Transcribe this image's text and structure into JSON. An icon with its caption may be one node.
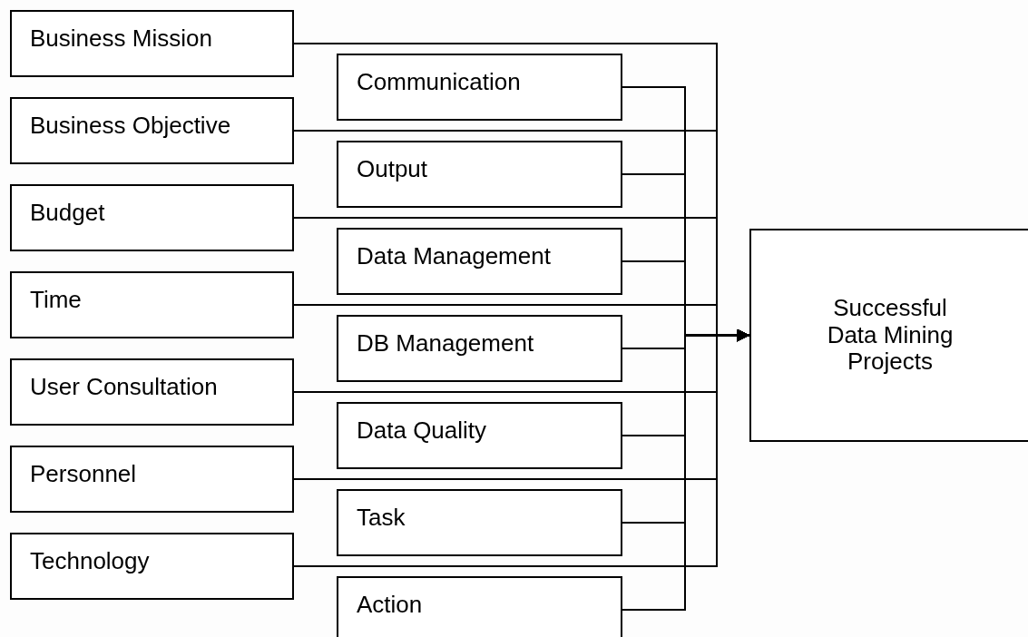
{
  "diagram": {
    "nodes": [
      {
        "text": [
          "Business Mission"
        ]
      },
      {
        "text": [
          "Communication"
        ]
      },
      {
        "text": [
          "Business Objective"
        ]
      },
      {
        "text": [
          "Output"
        ]
      },
      {
        "text": [
          "Budget"
        ]
      },
      {
        "text": [
          "Data Management"
        ]
      },
      {
        "text": [
          "Time"
        ]
      },
      {
        "text": [
          "DB Management"
        ]
      },
      {
        "text": [
          "User Consultation"
        ]
      },
      {
        "text": [
          "Data Quality"
        ]
      },
      {
        "text": [
          "Personnel"
        ]
      },
      {
        "text": [
          "Task"
        ]
      },
      {
        "text": [
          "Technology"
        ]
      },
      {
        "text": [
          "Action"
        ]
      },
      {
        "text": [
          "Successful Data Mining Projects"
        ]
      }
    ],
    "edges": [
      {
        "from": 0,
        "to": 14,
        "arrow": "to"
      },
      {
        "from": 1,
        "to": 14,
        "arrow": "to"
      },
      {
        "from": 2,
        "to": 14,
        "arrow": "to"
      },
      {
        "from": 3,
        "to": 14,
        "arrow": "to"
      },
      {
        "from": 4,
        "to": 14,
        "arrow": "to"
      },
      {
        "from": 5,
        "to": 14,
        "arrow": "to"
      },
      {
        "from": 6,
        "to": 14,
        "arrow": "to"
      },
      {
        "from": 7,
        "to": 14,
        "arrow": "to"
      },
      {
        "from": 8,
        "to": 14,
        "arrow": "to"
      },
      {
        "from": 9,
        "to": 14,
        "arrow": "to"
      },
      {
        "from": 10,
        "to": 14,
        "arrow": "to"
      },
      {
        "from": 11,
        "to": 14,
        "arrow": "to"
      },
      {
        "from": 12,
        "to": 14,
        "arrow": "to"
      },
      {
        "from": 13,
        "to": 14,
        "arrow": "to"
      }
    ]
  }
}
